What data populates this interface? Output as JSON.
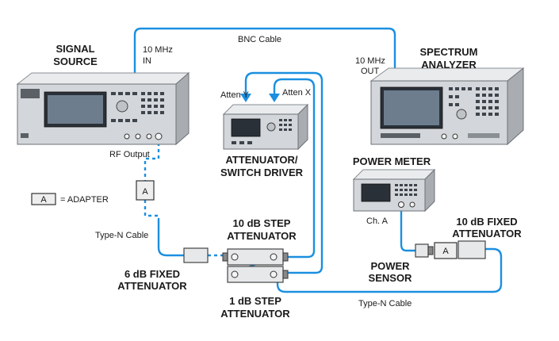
{
  "labels": {
    "bnc_cable": "BNC Cable",
    "signal_source": [
      "SIGNAL",
      "SOURCE"
    ],
    "ten_mhz_in": [
      "10 MHz",
      "IN"
    ],
    "ten_mhz_out": [
      "10 MHz",
      "OUT"
    ],
    "spectrum_analyzer": [
      "SPECTRUM",
      "ANALYZER"
    ],
    "atten_y": "Atten Y",
    "atten_x": "Atten X",
    "attenuator_switch_driver": [
      "ATTENUATOR/",
      "SWITCH DRIVER"
    ],
    "rf_output": "RF Output",
    "adapter_symbol": "A",
    "adapter_legend": "= ADAPTER",
    "power_meter": "POWER METER",
    "ch_a": "Ch. A",
    "type_n_cable_left": "Type-N Cable",
    "step_10db": [
      "10 dB STEP",
      "ATTENUATOR"
    ],
    "fixed_10db": [
      "10 dB FIXED",
      "ATTENUATOR"
    ],
    "fixed_6db": [
      "6 dB FIXED",
      "ATTENUATOR"
    ],
    "power_sensor": [
      "POWER",
      "SENSOR"
    ],
    "step_1db": [
      "1 dB STEP",
      "ATTENUATOR"
    ],
    "type_n_cable_bottom": "Type-N Cable"
  },
  "colors": {
    "cable": "#1b8fe0",
    "instrument": "#d3d6da"
  }
}
